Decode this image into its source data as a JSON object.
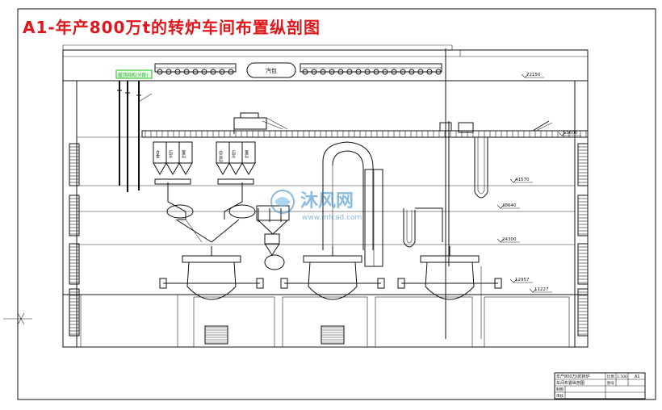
{
  "title": "A1-年产800万t的转炉车间布置纵剖图",
  "labels": {
    "steam_drum": "汽包",
    "green_tag": "屋顶风机(分段)",
    "watermark_name": "沐风网",
    "watermark_url": "www.mfcad.com"
  },
  "elevations": [
    "72150",
    "55600",
    "41570",
    "38640",
    "24300",
    "12957",
    "11227"
  ],
  "bins": [
    "合金",
    "石灰",
    "萤石",
    "白云石",
    "石灰",
    "萤石"
  ],
  "title_block": {
    "name_line1": "年产800万t的转炉",
    "name_line2": "车间布置纵剖图",
    "scale_label": "比例",
    "scale_value": "1:500",
    "sheet_label": "图号",
    "size": "A1",
    "drawn": "制图",
    "checked": "审核"
  }
}
